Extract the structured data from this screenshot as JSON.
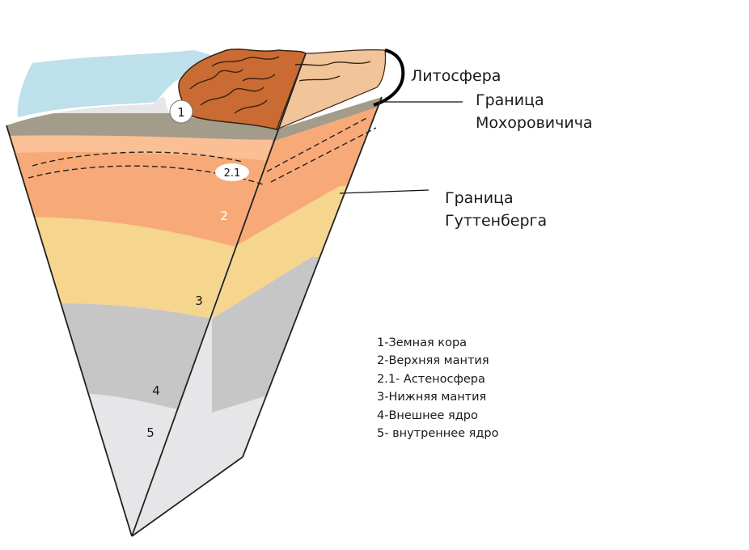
{
  "callouts": {
    "lithosphere": "Литосфера",
    "moho_line1": "Граница",
    "moho_line2": "Мохоровичича",
    "gutenberg_line1": "Граница",
    "gutenberg_line2": "Гуттенберга"
  },
  "markers": {
    "m1": "1",
    "m21": "2.1",
    "m2": "2",
    "m3": "3",
    "m4": "4",
    "m5": "5"
  },
  "legend": [
    "1-Земная кора",
    "2-Верхняя мантия",
    "2.1- Астеносфера",
    "3-Нижняя мантия",
    "4-Внешнее ядро",
    "5- внутреннее ядро"
  ],
  "colors": {
    "crust": "#a39c8a",
    "upper_mantle": "#f7aa78",
    "lower_mantle": "#f6d58f",
    "outer_core": "#c6c6c6",
    "inner_core": "#e6e6e8",
    "ocean": "#bde0ea",
    "mountains": "#c96b33"
  }
}
